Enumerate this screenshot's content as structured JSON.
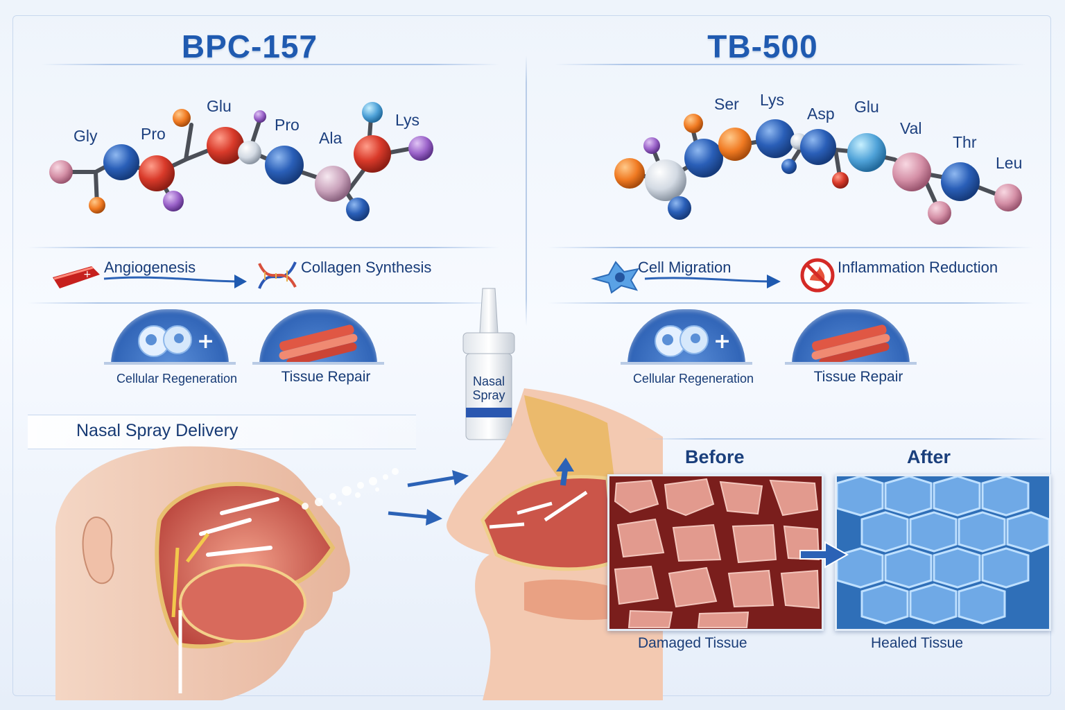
{
  "bpc": {
    "title": "BPC-157",
    "amino_acids": [
      "Gly",
      "Pro",
      "Glu",
      "Pro",
      "Ala",
      "Lys"
    ],
    "mechanisms": [
      "Angiogenesis",
      "Collagen Synthesis"
    ],
    "benefits": [
      "Cellular Regeneration",
      "Tissue Repair"
    ]
  },
  "tb": {
    "title": "TB-500",
    "amino_acids": [
      "Ser",
      "Lys",
      "Asp",
      "Glu",
      "Val",
      "Thr",
      "Leu"
    ],
    "mechanisms": [
      "Cell Migration",
      "Inflammation Reduction"
    ],
    "benefits": [
      "Cellular Regeneration",
      "Tissue Repair"
    ]
  },
  "delivery": {
    "section_title": "Nasal Spray Delivery",
    "bottle_label_line1": "Nasal",
    "bottle_label_line2": "Spray"
  },
  "comparison": {
    "before_label": "Before",
    "after_label": "After",
    "before_caption": "Damaged Tissue",
    "after_caption": "Healed Tissue"
  },
  "colors": {
    "title_blue": "#1f5ab0",
    "text_navy": "#173a74",
    "tissue_red": "#c84a3f",
    "healed_blue": "#4f8fd3"
  },
  "icons": [
    "blood-vessel-icon",
    "dna-helix-icon",
    "cell-icon",
    "no-inflammation-icon",
    "cells-plus-icon",
    "muscle-fiber-icon",
    "arrow-right-icon"
  ]
}
